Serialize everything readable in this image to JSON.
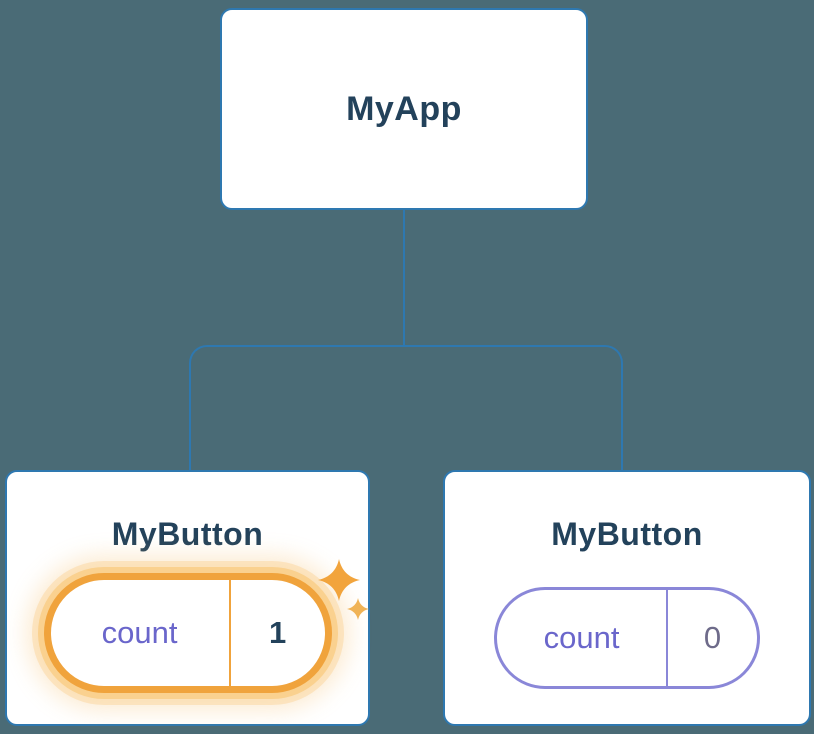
{
  "colors": {
    "bg": "#4A6B76",
    "line": "#2E78B0",
    "card-bg": "#FFFFFF",
    "card-border": "#2E78B0",
    "title": "#23425B",
    "purple": "#6A66CB",
    "purple-border": "#8A87D8",
    "value-muted": "#6E6B8A",
    "orange": "#F0A33C",
    "glow": "#FAD08C",
    "sparkle": "#F2A43C",
    "sparkle-small": "#F0B356"
  },
  "tree": {
    "root": {
      "label": "MyApp"
    },
    "children": [
      {
        "label": "MyButton",
        "state": {
          "key": "count",
          "value": "1"
        },
        "highlighted": true,
        "icon": "sparkle-icon"
      },
      {
        "label": "MyButton",
        "state": {
          "key": "count",
          "value": "0"
        },
        "highlighted": false
      }
    ]
  }
}
